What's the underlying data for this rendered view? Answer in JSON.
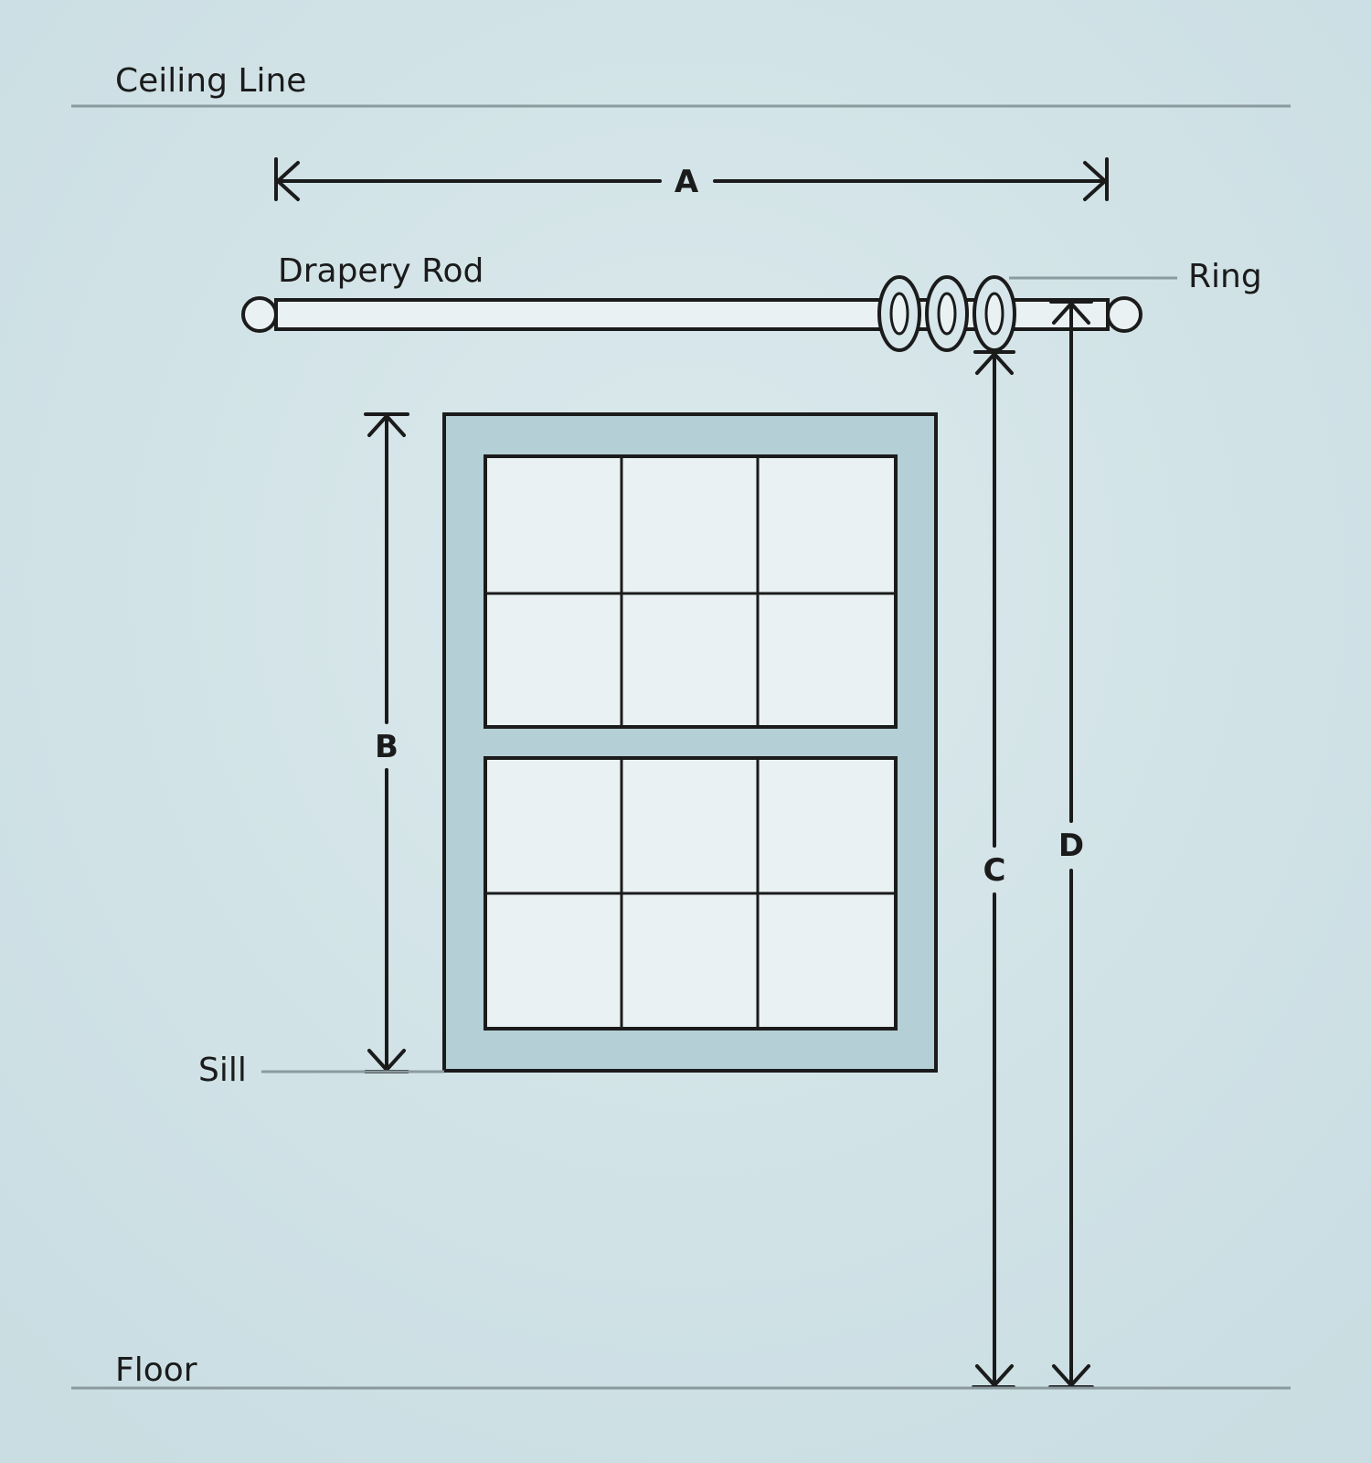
{
  "labels": {
    "ceiling_line": "Ceiling Line",
    "drapery_rod": "Drapery Rod",
    "ring": "Ring",
    "sill": "Sill",
    "floor": "Floor"
  },
  "dimensions": {
    "a": "A",
    "b": "B",
    "c": "C",
    "d": "D"
  },
  "colors": {
    "background": "#d3e4e8",
    "frame": "#b4cfd5",
    "glass": "#e9f1f3",
    "ink": "#1b1b1b"
  }
}
